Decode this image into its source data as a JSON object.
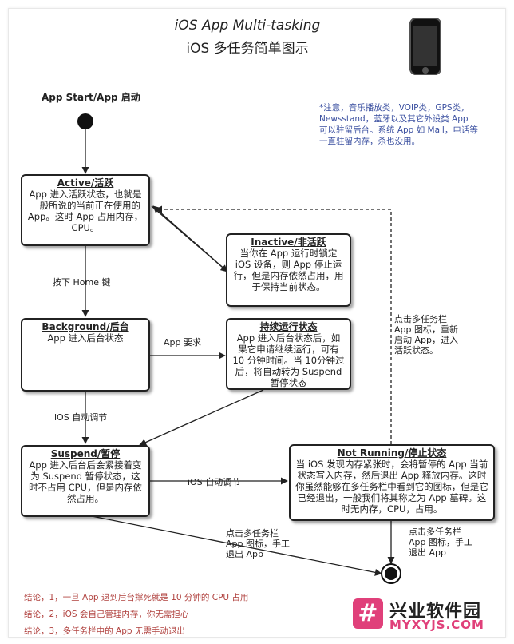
{
  "title": {
    "line1": "iOS App Multi-tasking",
    "line2": "iOS 多任务简单图示"
  },
  "start_label": "App Start/App 启动",
  "note": "*注意，音乐播放类，VOIP类，GPS类，Newsstand，蓝牙以及其它外设类 App 可以驻留后台。系统 App 如 Mail，电话等一直驻留内存，杀也没用。",
  "states": {
    "active": {
      "head": "Active/活跃",
      "body": "App 进入活跃状态，也就是一般所说的当前正在使用的 App。这时 App 占用内存，CPU。"
    },
    "inactive": {
      "head": "Inactive/非活跃",
      "body": "当你在 App 运行时锁定 iOS 设备，则 App 停止运行，但是内存依然占用，用于保持当前状态。"
    },
    "background": {
      "head": "Background/后台",
      "body": "App 进入后台状态"
    },
    "continue": {
      "head": "持续运行状态",
      "body": "App 进入后台状态后，如果它申请继续运行，可有 10 分钟时间。当 10分钟过后，将自动转为 Suspend 暂停状态"
    },
    "suspend": {
      "head": "Suspend/暂停",
      "body": "App 进入后台后会紧接着变为 Suspend 暂停状态，这时不占用 CPU，但是内存依然占用。"
    },
    "notrunning": {
      "head": "Not Running/停止状态",
      "body": "当 iOS 发现内存紧张时，会将暂停的 App 当前状态写入内存，然后退出 App 释放内存。这时你虽然能够在多任务栏中看到它的图标，但是它已经退出，一般我们将其称之为 App 墓碑。这时无内存，CPU，占用。"
    }
  },
  "labels": {
    "home": "按下 Home 键",
    "app_request": "App 要求",
    "auto1": "iOS 自动调节",
    "auto2": "iOS 自动调节",
    "restart": "点击多任务栏 App 图标，重新启动 App，进入活跃状态。",
    "quit1": "点击多任务栏 App 图标，手工退出 App",
    "quit2": "点击多任务栏 App 图标，手工退出 App"
  },
  "footer": [
    "结论，1，一旦 App 退到后台撑死就是 10 分钟的 CPU 占用",
    "结论，2，iOS 会自己管理内存，你无需担心",
    "结论，3，多任务栏中的 App 无需手动退出"
  ],
  "watermark": {
    "logo": "#",
    "name": "兴业软件园",
    "url": "MYXYJS.COM"
  },
  "colors": {
    "footer": "#b0413e",
    "note": "#3a4fa0",
    "watermark": "#e0407a"
  }
}
